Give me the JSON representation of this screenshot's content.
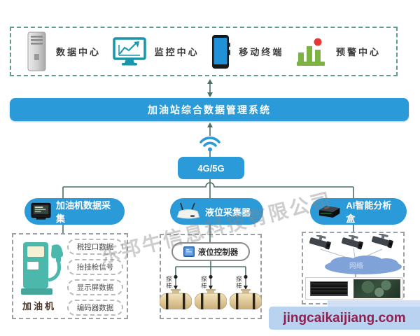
{
  "watermark": "东邦牛信息科技有限公司",
  "footer": {
    "site": "jingcaikaijiang.com"
  },
  "top_panel": {
    "items": [
      {
        "label": "数据中心",
        "icon": "server-tower-icon"
      },
      {
        "label": "监控中心",
        "icon": "monitor-chart-icon"
      },
      {
        "label": "移动终端",
        "icon": "smartphone-icon"
      },
      {
        "label": "预警中心",
        "icon": "alert-bar-chart-icon"
      }
    ]
  },
  "system_bar": {
    "label": "加油站综合数据管理系统"
  },
  "network_link": {
    "wifi_icon": "wifi-icon",
    "label": "4G/5G"
  },
  "collectors": {
    "dispenser": {
      "label": "加油机数据采集",
      "icon": "pos-terminal-icon"
    },
    "level": {
      "label": "液位采集器",
      "icon": "router-icon"
    },
    "ai": {
      "label": "AI智能分析盒",
      "icon": "ai-box-icon"
    }
  },
  "dispenser_panel": {
    "device_label": "加油机",
    "signals": [
      "税控口数据",
      "抬挂枪信号",
      "显示屏数据",
      "编码器数据"
    ]
  },
  "tank_panel": {
    "controller_label": "液位控制器",
    "probe_label": "探棒",
    "tank_count": 3
  },
  "ai_panel": {
    "cloud_label": "网络",
    "camera_count": 3
  },
  "colors": {
    "primary_blue": "#2B9AD9",
    "connector_line": "#4A7068",
    "top_panel_border": "#5F9C8F",
    "sub_panel_border": "#9AA0A6",
    "dispenser_teal": "#4CB8AB",
    "tank_tan": "#DFC897",
    "cloud_blue": "#7FA3D8",
    "alert_green": "#7CB342",
    "alert_red": "#E53935",
    "footer_text": "#8E2050",
    "footer_bg": "#B9D2F0"
  }
}
